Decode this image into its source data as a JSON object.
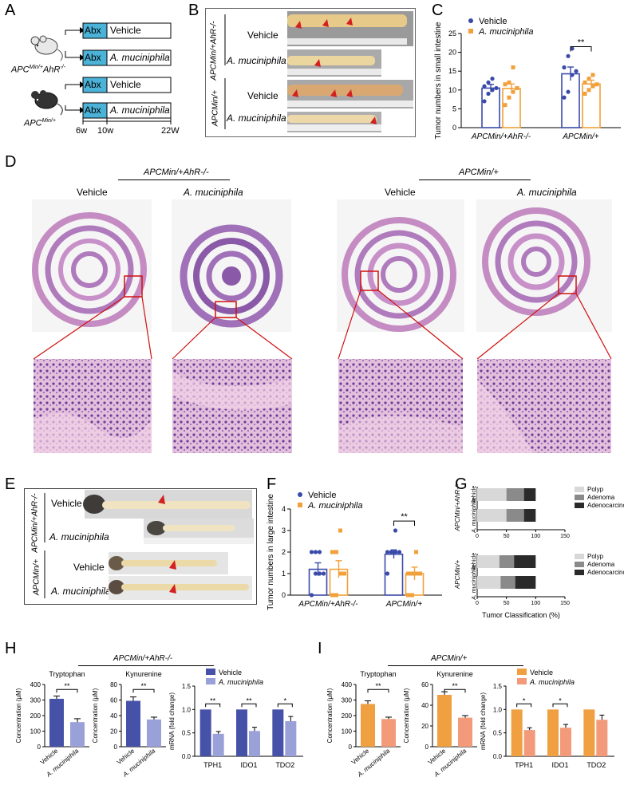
{
  "panels": {
    "A": {
      "letter": "A",
      "mice": [
        {
          "genotype_base": "APC",
          "genotype_sup": "Min/+",
          "genotype_tail": "AhR",
          "genotype_tail_sup": "-/-"
        },
        {
          "genotype_base": "APC",
          "genotype_sup": "Min/+"
        }
      ],
      "rows": [
        {
          "abx": "Abx",
          "treatment": "Vehicle"
        },
        {
          "abx": "Abx",
          "treatment": "A. muciniphila"
        },
        {
          "abx": "Abx",
          "treatment": "Vehicle"
        },
        {
          "abx": "Abx",
          "treatment": "A. muciniphila"
        }
      ],
      "timeline": [
        "6w",
        "10w",
        "22W"
      ]
    },
    "B": {
      "letter": "B",
      "groups": [
        {
          "genotype": "APCMin/+AhR-/-",
          "rows": [
            "Vehicle",
            "A. muciniphila"
          ]
        },
        {
          "genotype": "APCMin/+",
          "rows": [
            "Vehicle",
            "A. muciniphila"
          ]
        }
      ]
    },
    "C": {
      "letter": "C"
    },
    "D": {
      "letter": "D",
      "group_left": "APCMin/+AhR-/-",
      "group_right": "APCMin/+",
      "columns": [
        "Vehicle",
        "A. muciniphila",
        "Vehicle",
        "A. muciniphila"
      ]
    },
    "E": {
      "letter": "E",
      "rows": [
        "Vehicle",
        "A. muciniphila",
        "Vehicle",
        "A. muciniphila"
      ],
      "genotypes": [
        "APCMin/+AhR-/-",
        "APCMin/+"
      ]
    },
    "F": {
      "letter": "F"
    },
    "G": {
      "letter": "G"
    },
    "H": {
      "letter": "H",
      "group": "APCMin/+AhR-/-"
    },
    "I": {
      "letter": "I",
      "group": "APCMin/+"
    }
  },
  "colors": {
    "vehicle_blue": "#3a4aa8",
    "akk_orange": "#f2a03a",
    "h_dark": "#4652a8",
    "h_light": "#9aa0d8",
    "i_dark": "#f0a040",
    "i_light": "#f29a7a",
    "polyp": "#d8d8d8",
    "adenoma": "#8a8a8a",
    "adenocarcinoma": "#2a2a2a"
  },
  "chart_data": [
    {
      "id": "C",
      "type": "bar",
      "ylabel": "Tumor numbers in small intestine",
      "ylim": [
        0,
        25
      ],
      "yticks": [
        0,
        5,
        10,
        15,
        20,
        25
      ],
      "categories": [
        "APCMin/+AhR-/-",
        "APCMin/+"
      ],
      "series": [
        {
          "name": "Vehicle",
          "values": [
            10.5,
            14.3
          ],
          "errors": [
            1.0,
            1.8
          ]
        },
        {
          "name": "A. muciniphila",
          "values": [
            10.4,
            11.6
          ],
          "errors": [
            1.2,
            1.0
          ]
        }
      ],
      "points": {
        "Vehicle": [
          [
            7,
            9,
            10,
            10.5,
            11,
            12,
            13
          ],
          [
            8,
            9.5,
            14,
            15,
            16,
            19,
            21
          ]
        ],
        "A. muciniphila": [
          [
            6,
            8,
            9.5,
            10.5,
            11.5,
            12,
            16
          ],
          [
            9,
            10,
            11,
            11.5,
            12,
            13,
            14
          ]
        ]
      },
      "significance": [
        {
          "category": "APCMin/+",
          "label": "**"
        }
      ],
      "legend": "top-left"
    },
    {
      "id": "F",
      "type": "bar",
      "ylabel": "Tumor numbers in large intestine",
      "ylim": [
        0,
        4
      ],
      "yticks": [
        0,
        1,
        2,
        3,
        4
      ],
      "categories": [
        "APCMin/+AhR-/-",
        "APCMin/+"
      ],
      "series": [
        {
          "name": "Vehicle",
          "values": [
            1.2,
            1.9
          ],
          "errors": [
            0.3,
            0.2
          ]
        },
        {
          "name": "A. muciniphila",
          "values": [
            1.2,
            1.0
          ],
          "errors": [
            0.4,
            0.3
          ]
        }
      ],
      "points": {
        "Vehicle": [
          [
            0,
            1,
            1,
            1,
            2,
            2,
            2
          ],
          [
            1,
            2,
            2,
            2,
            2,
            2,
            3
          ]
        ],
        "A. muciniphila": [
          [
            0,
            0,
            1,
            1,
            2,
            2,
            3
          ],
          [
            0,
            0,
            1,
            1,
            1,
            1,
            2
          ]
        ]
      },
      "significance": [
        {
          "category": "APCMin/+",
          "label": "**"
        }
      ],
      "legend": "top-left"
    },
    {
      "id": "G",
      "type": "bar",
      "orientation": "horizontal-stacked",
      "xlabel": "Tumor Classification (%)",
      "xlim": [
        0,
        150
      ],
      "xticks": [
        0,
        50,
        100,
        150
      ],
      "segments": [
        "Polyp",
        "Adenoma",
        "Adenocarcinoma"
      ],
      "groups": [
        {
          "genotype": "APCMin/+AhR-/-",
          "rows": [
            {
              "name": "Vehicle",
              "values": [
                50,
                30,
                20
              ]
            },
            {
              "name": "A. muciniphila",
              "values": [
                50,
                30,
                20
              ]
            }
          ]
        },
        {
          "genotype": "APCMin/+",
          "rows": [
            {
              "name": "Vehicle",
              "values": [
                38,
                25,
                37
              ]
            },
            {
              "name": "A. muciniphila",
              "values": [
                40,
                25,
                35
              ]
            }
          ]
        }
      ]
    },
    {
      "id": "H1",
      "type": "bar",
      "title": "Tryptophan",
      "ylabel": "Concentration (μM)",
      "ylim": [
        0,
        400
      ],
      "yticks": [
        0,
        100,
        200,
        300,
        400
      ],
      "categories": [
        "Vehicle",
        "A. muciniphila"
      ],
      "values": [
        308,
        158
      ],
      "errors": [
        18,
        22
      ],
      "significance": "**"
    },
    {
      "id": "H2",
      "type": "bar",
      "title": "Kynurenine",
      "ylabel": "Concentration (μM)",
      "ylim": [
        0,
        80
      ],
      "yticks": [
        0,
        20,
        40,
        60,
        80
      ],
      "categories": [
        "Vehicle",
        "A. muciniphila"
      ],
      "values": [
        59,
        35
      ],
      "errors": [
        5,
        3
      ],
      "significance": "**"
    },
    {
      "id": "H3",
      "type": "bar",
      "ylabel": "mRNA (fold change)",
      "ylim": [
        0,
        1.5
      ],
      "yticks": [
        0.0,
        0.5,
        1.0,
        1.5
      ],
      "categories": [
        "TPH1",
        "IDO1",
        "TDO2"
      ],
      "series": [
        {
          "name": "Vehicle",
          "values": [
            1.0,
            1.0,
            1.0
          ],
          "errors": [
            0,
            0,
            0
          ]
        },
        {
          "name": "A. muciniphila",
          "values": [
            0.48,
            0.54,
            0.75
          ],
          "errors": [
            0.05,
            0.08,
            0.1
          ]
        }
      ],
      "significance": [
        "**",
        "**",
        "*"
      ]
    },
    {
      "id": "I1",
      "type": "bar",
      "title": "Tryptophan",
      "ylabel": "Concentration (μM)",
      "ylim": [
        0,
        400
      ],
      "yticks": [
        0,
        100,
        200,
        300,
        400
      ],
      "categories": [
        "Vehicle",
        "A. muciniphila"
      ],
      "values": [
        275,
        178
      ],
      "errors": [
        20,
        12
      ],
      "significance": "**"
    },
    {
      "id": "I2",
      "type": "bar",
      "title": "Kynurenine",
      "ylabel": "Concentration (μM)",
      "ylim": [
        0,
        60
      ],
      "yticks": [
        0,
        20,
        40,
        60
      ],
      "categories": [
        "Vehicle",
        "A. muciniphila"
      ],
      "values": [
        50,
        28
      ],
      "errors": [
        3,
        2
      ],
      "significance": "**"
    },
    {
      "id": "I3",
      "type": "bar",
      "ylabel": "mRNA (fold change)",
      "ylim": [
        0,
        1.5
      ],
      "yticks": [
        0.0,
        0.5,
        1.0,
        1.5
      ],
      "categories": [
        "TPH1",
        "IDO1",
        "TDO2"
      ],
      "series": [
        {
          "name": "Vehicle",
          "values": [
            1.0,
            1.0,
            1.0
          ],
          "errors": [
            0,
            0,
            0
          ]
        },
        {
          "name": "A. muciniphila",
          "values": [
            0.56,
            0.61,
            0.78
          ],
          "errors": [
            0.05,
            0.07,
            0.1
          ]
        }
      ],
      "significance": [
        "*",
        "*",
        ""
      ]
    }
  ]
}
